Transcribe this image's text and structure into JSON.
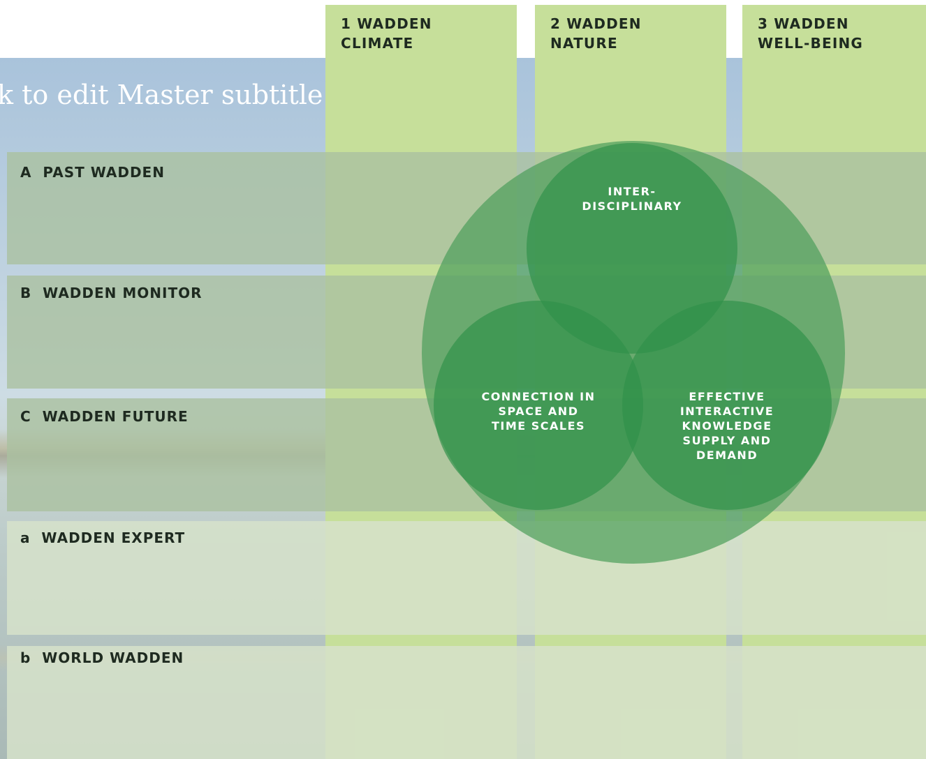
{
  "subtitle_placeholder": "k to edit Master subtitle",
  "columns": [
    {
      "label": "1 WADDEN\nCLIMATE"
    },
    {
      "label": "2 WADDEN\nNATURE"
    },
    {
      "label": "3 WADDEN\nWELL-BEING"
    }
  ],
  "rows": [
    {
      "label": "A  PAST WADDEN"
    },
    {
      "label": "B  WADDEN MONITOR"
    },
    {
      "label": "C  WADDEN FUTURE"
    },
    {
      "label": "a  WADDEN EXPERT"
    },
    {
      "label": "b  WORLD WADDEN"
    }
  ],
  "venn": {
    "top": "INTER-\nDISCIPLINARY",
    "left": "CONNECTION IN\nSPACE AND\nTIME SCALES",
    "right": "EFFECTIVE\nINTERACTIVE\nKNOWLEDGE\nSUPPLY AND\nDEMAND"
  },
  "colors": {
    "column": "#c6df9a",
    "outer_circle": "#4f9f5d",
    "inner_circle": "#2f9149"
  }
}
